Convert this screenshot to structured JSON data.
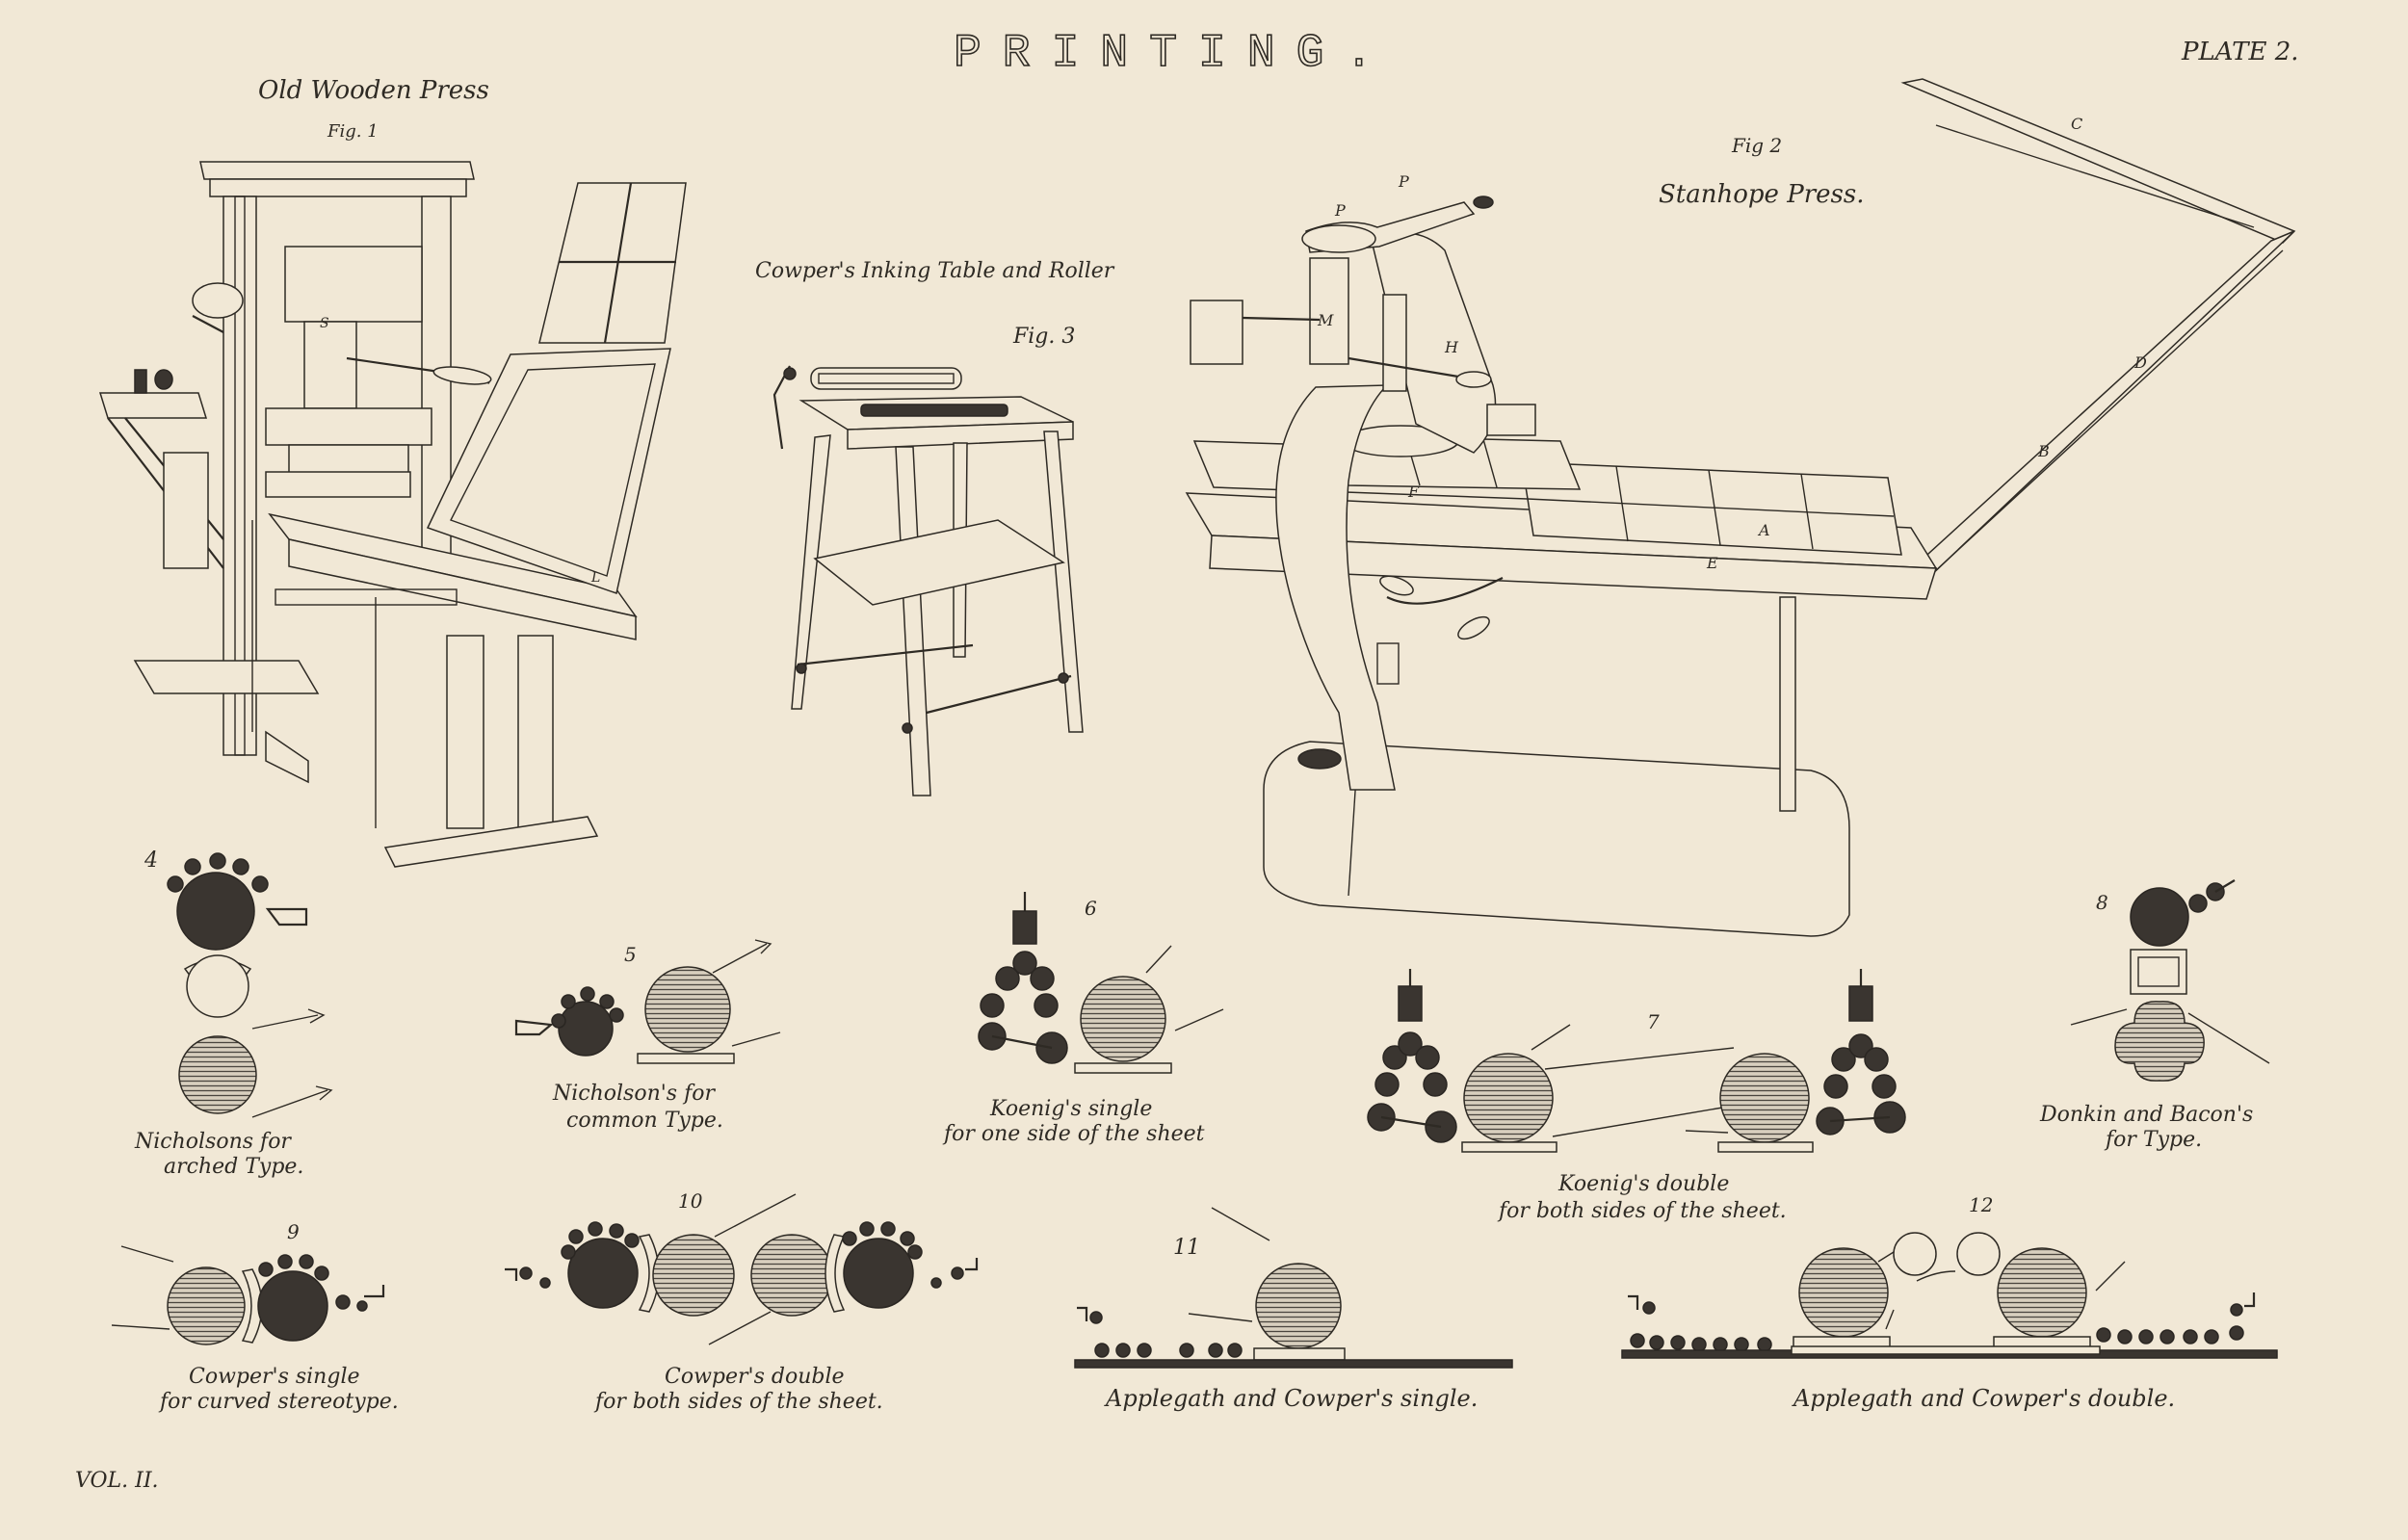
{
  "header": {
    "title": "PRINTING.",
    "plate": "PLATE 2."
  },
  "footer": {
    "volume": "VOL. II."
  },
  "figures": {
    "fig1": {
      "title": "Old Wooden Press",
      "number": "Fig. 1"
    },
    "fig2": {
      "number": "Fig 2",
      "title": "Stanhope Press.",
      "letters": [
        "C",
        "D",
        "B",
        "P",
        "P",
        "M",
        "H",
        "F",
        "A",
        "E"
      ]
    },
    "fig3": {
      "title": "Cowper's Inking Table and Roller",
      "number": "Fig. 3"
    },
    "fig4": {
      "number": "4",
      "caption_lines": [
        "Nicholsons for",
        "arched Type."
      ]
    },
    "fig5": {
      "number": "5",
      "caption_lines": [
        "Nicholson's for",
        "common Type."
      ]
    },
    "fig6": {
      "number": "6",
      "caption_lines": [
        "Koenig's single",
        "for one side of the sheet"
      ]
    },
    "fig7": {
      "number": "7",
      "caption_lines": [
        "Koenig's double",
        "for both sides of the sheet."
      ]
    },
    "fig8": {
      "number": "8",
      "caption_lines": [
        "Donkin and Bacon's",
        "for Type."
      ]
    },
    "fig9": {
      "number": "9",
      "caption_lines": [
        "Cowper's single",
        "for curved stereotype."
      ]
    },
    "fig10": {
      "number": "10",
      "caption_lines": [
        "Cowper's double",
        "for both sides of the sheet."
      ]
    },
    "fig11": {
      "number": "11",
      "caption_lines": [
        "Applegath and Cowper's single."
      ]
    },
    "fig12": {
      "number": "12",
      "caption_lines": [
        "Applegath and Cowper's double."
      ]
    }
  }
}
